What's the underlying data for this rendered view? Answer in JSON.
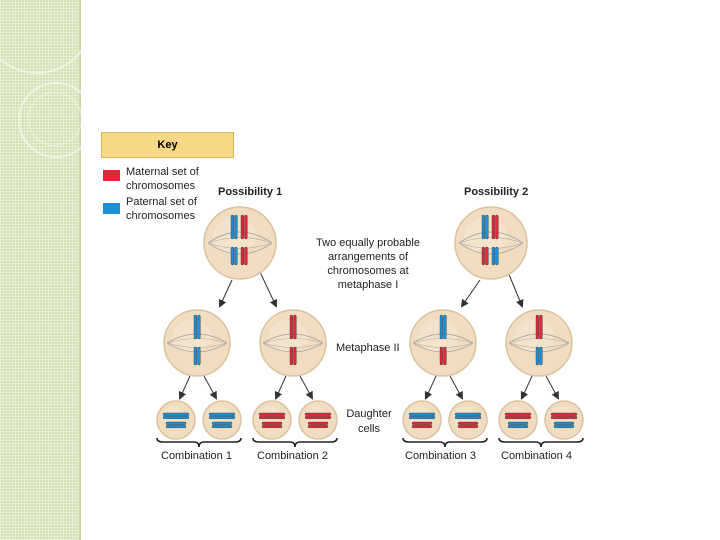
{
  "key": {
    "title": "Key",
    "maternal_label_1": "Maternal set of",
    "maternal_label_2": "chromosomes",
    "paternal_label_1": "Paternal set of",
    "paternal_label_2": "chromosomes",
    "maternal_color": "#e0283a",
    "paternal_color": "#1e8fd6"
  },
  "labels": {
    "possibility_1": "Possibility 1",
    "possibility_2": "Possibility 2",
    "metaphase_i_1": "Two equally probable",
    "metaphase_i_2": "arrangements of",
    "metaphase_i_3": "chromosomes at",
    "metaphase_i_4": "metaphase I",
    "metaphase_ii": "Metaphase II",
    "daughter_1": "Daughter",
    "daughter_2": "cells"
  },
  "combinations": [
    "Combination 1",
    "Combination 2",
    "Combination 3",
    "Combination 4"
  ],
  "colors": {
    "cell_fill": "#f0dcc0",
    "cell_edge": "#dcc29f",
    "arrow": "#333333",
    "bracket": "#222222"
  }
}
